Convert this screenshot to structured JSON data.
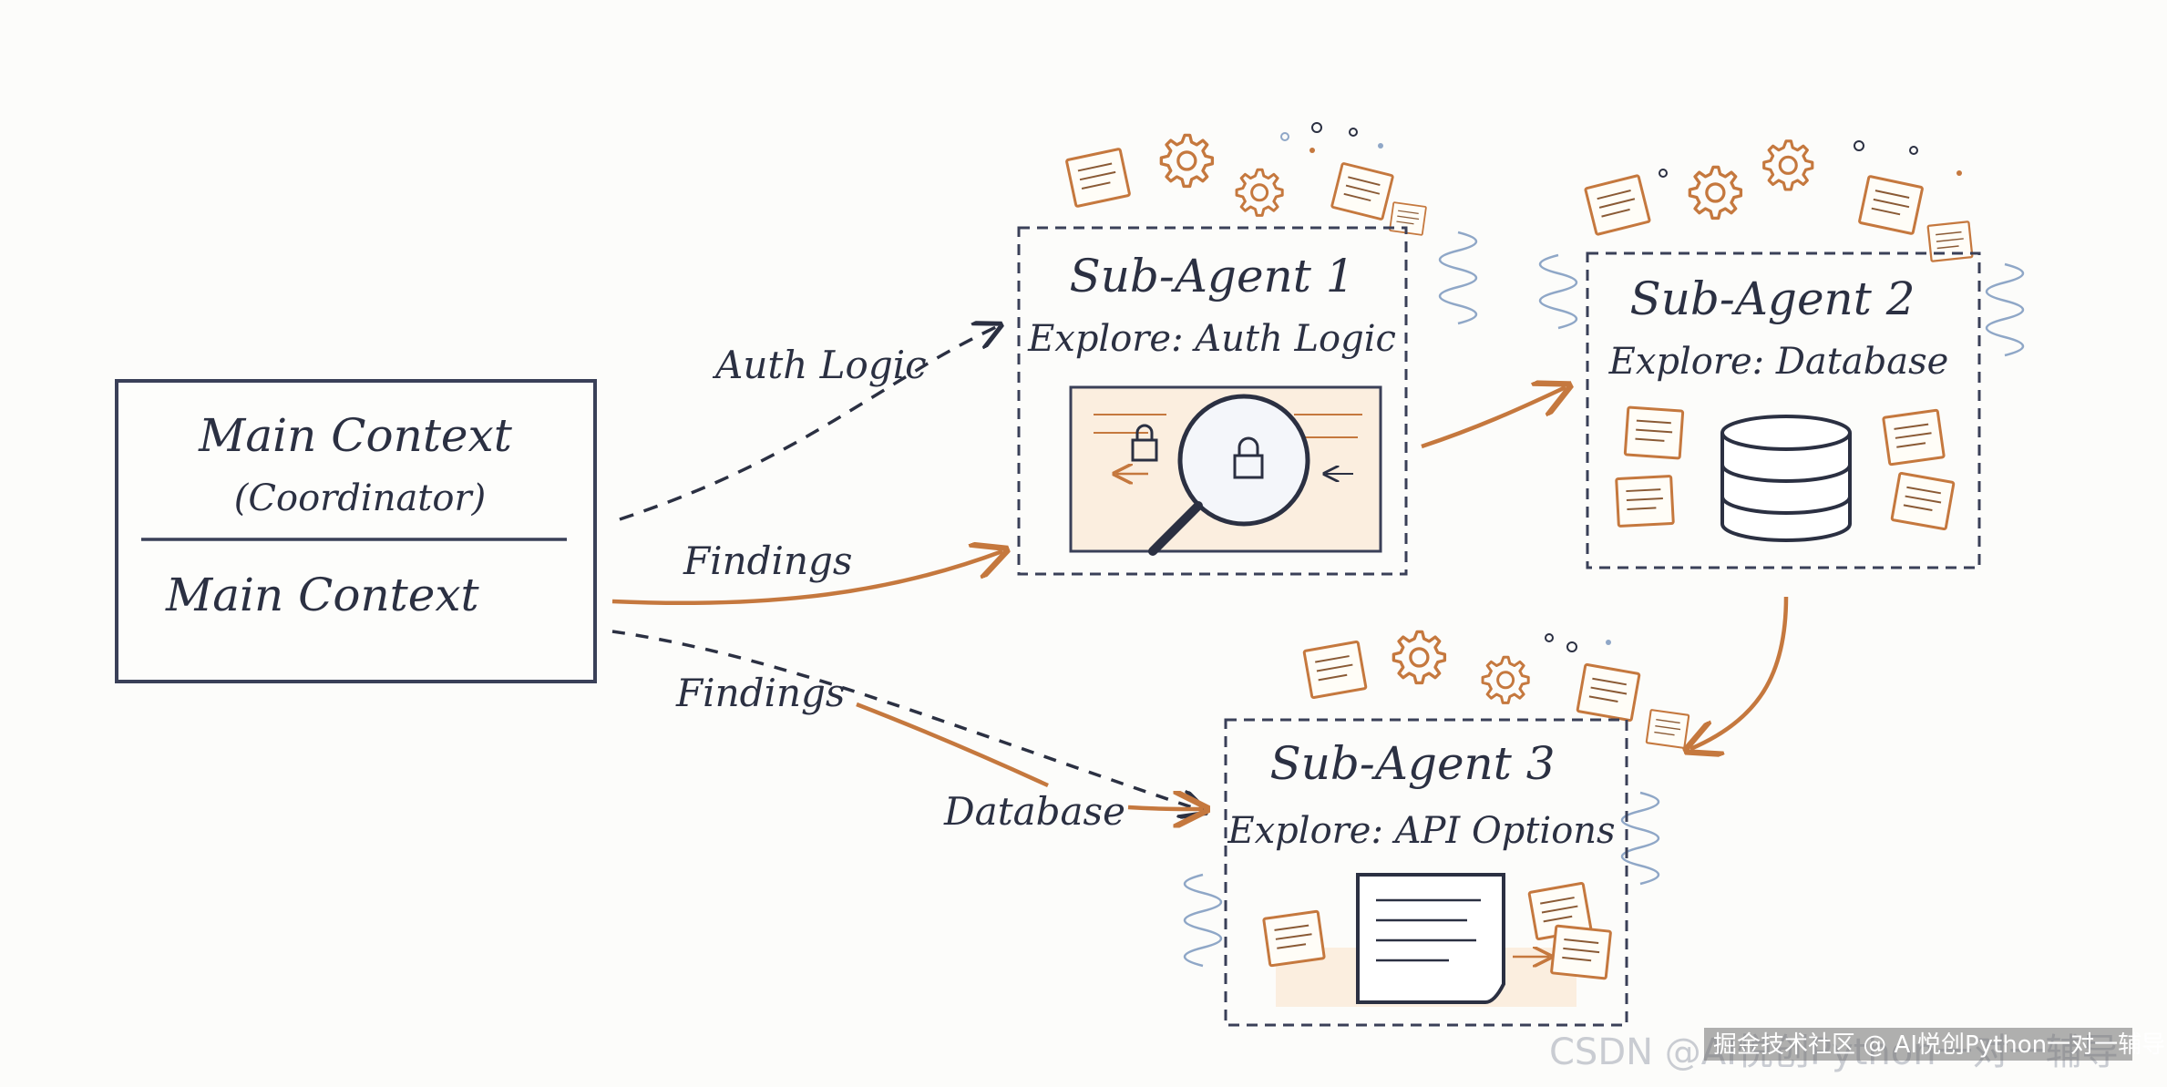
{
  "colors": {
    "ink": "#2b3042",
    "accent": "#c5783e",
    "paper": "#fcfcfa",
    "swirl": "#8fa7c7"
  },
  "main_box": {
    "title": "Main Context",
    "subtitle": "(Coordinator)",
    "section_label": "Main Context"
  },
  "agents": [
    {
      "title": "Sub-Agent 1",
      "task": "Explore: Auth Logic",
      "icon": "magnifier-lock-icon"
    },
    {
      "title": "Sub-Agent 2",
      "task": "Explore: Database",
      "icon": "database-icon"
    },
    {
      "title": "Sub-Agent 3",
      "task": "Explore: API Options",
      "icon": "document-icon"
    }
  ],
  "edges": [
    {
      "from": "Main Context",
      "to": "Sub-Agent 1",
      "label": "Auth Logic",
      "style": "dashed"
    },
    {
      "from": "Main Context",
      "to": "Sub-Agent 1",
      "label": "Findings",
      "style": "solid"
    },
    {
      "from": "Main Context",
      "to": "Sub-Agent 3",
      "label": "Findings",
      "style": "dashed"
    },
    {
      "from": "",
      "to": "Sub-Agent 3",
      "label": "Database",
      "style": "solid"
    },
    {
      "from": "Sub-Agent 1",
      "to": "Sub-Agent 2",
      "label": "",
      "style": "solid"
    },
    {
      "from": "Sub-Agent 2",
      "to": "Sub-Agent 3",
      "label": "",
      "style": "solid"
    }
  ],
  "watermark": {
    "main": "CSDN @AI悦创Python一对一辅导",
    "overlay": "掘金技术社区 @ AI悦创Python一对一辅导"
  }
}
